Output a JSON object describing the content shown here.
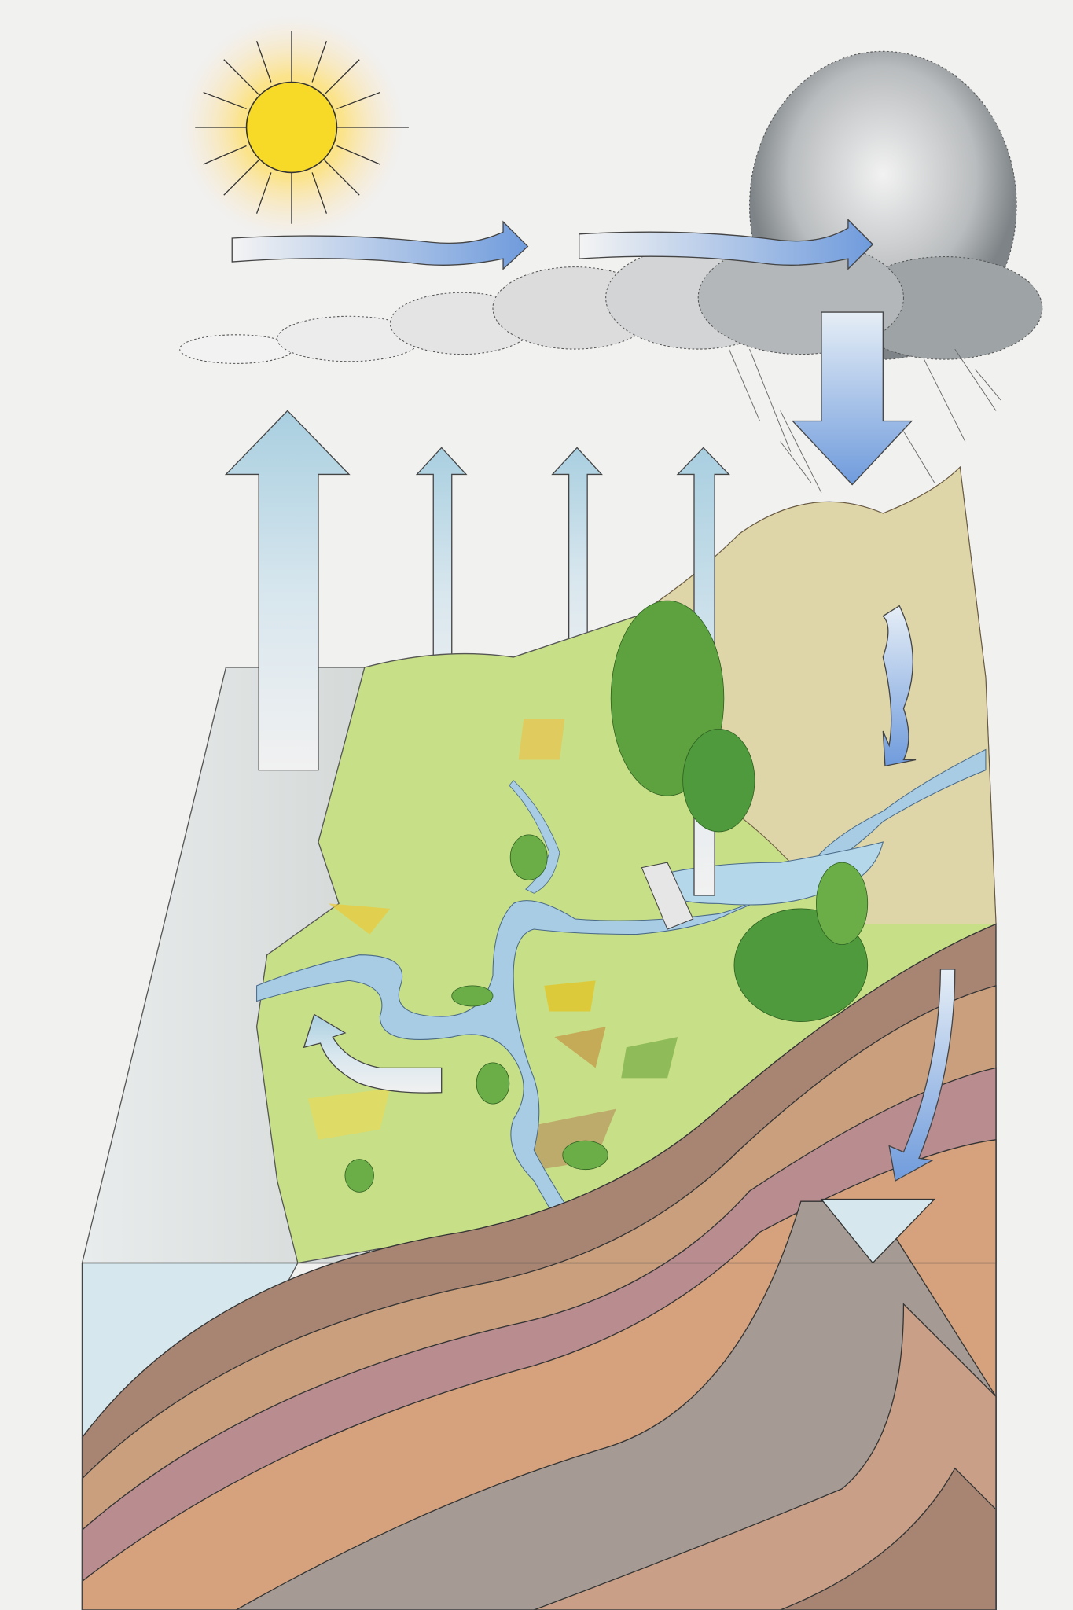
{
  "diagram": {
    "subject": "water-cycle",
    "elements": [
      "sun-icon",
      "cloud",
      "evaporation-arrows",
      "transport-arrows",
      "precipitation-arrow",
      "runoff-arrow",
      "infiltration-arrow",
      "landscape",
      "river",
      "reservoir",
      "dam",
      "forest",
      "rock-strata",
      "groundwater"
    ]
  },
  "colors": {
    "background": "#f1f1f0",
    "sun": "#f7d928",
    "sun_glow": "#fbe6a0",
    "arrow_blue": "#7aa4dd",
    "arrow_light": "#cfe3ee",
    "cloud": "#9ea3a6",
    "grass": "#c7df86",
    "water": "#a8cce4",
    "forest": "#4e9a3c",
    "mountain": "#d9cfa2",
    "strata": [
      "#a88573",
      "#c99f7e",
      "#b98d8f",
      "#d5a27d",
      "#a59b94",
      "#c9a087"
    ]
  }
}
